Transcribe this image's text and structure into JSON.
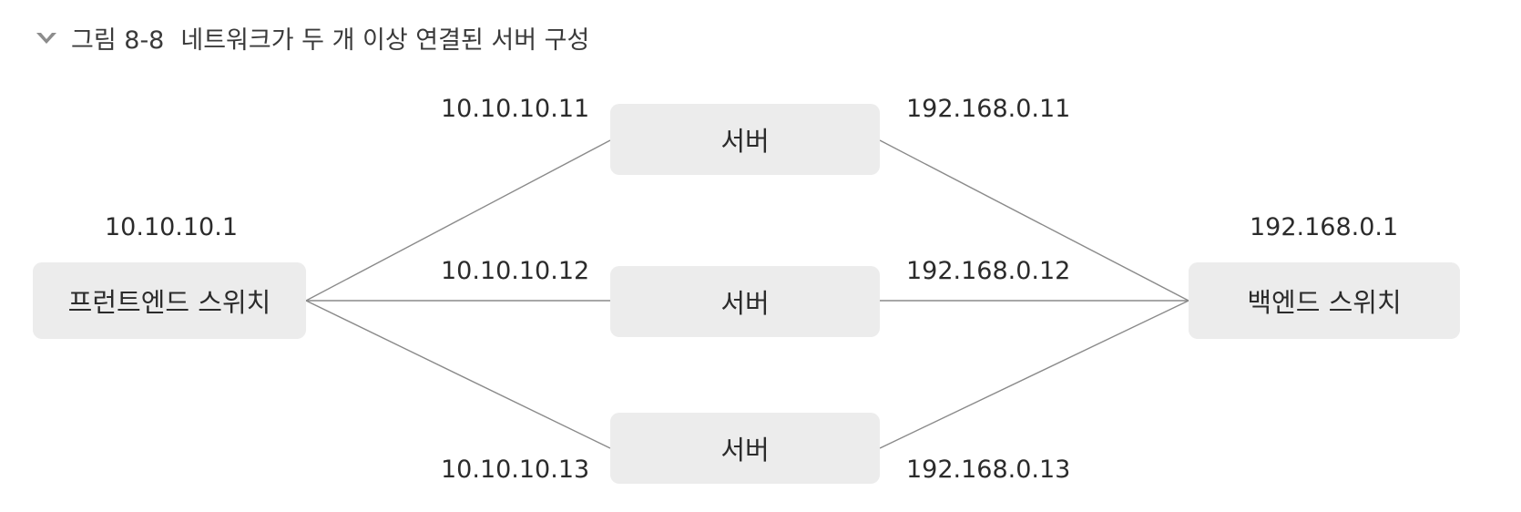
{
  "caption": {
    "icon": "chevron-down-icon",
    "figure_number": "그림 8-8",
    "title": "네트워크가 두 개 이상 연결된 서버 구성"
  },
  "nodes": {
    "frontend_switch": {
      "label": "프런트엔드 스위치",
      "ip": "10.10.10.1"
    },
    "backend_switch": {
      "label": "백엔드 스위치",
      "ip": "192.168.0.1"
    },
    "servers": [
      {
        "label": "서버",
        "front_ip": "10.10.10.11",
        "back_ip": "192.168.0.11"
      },
      {
        "label": "서버",
        "front_ip": "10.10.10.12",
        "back_ip": "192.168.0.12"
      },
      {
        "label": "서버",
        "front_ip": "10.10.10.13",
        "back_ip": "192.168.0.13"
      }
    ]
  },
  "colors": {
    "box_fill": "#ececec",
    "connector": "#8a8a8a",
    "icon": "#8c8c8c"
  }
}
